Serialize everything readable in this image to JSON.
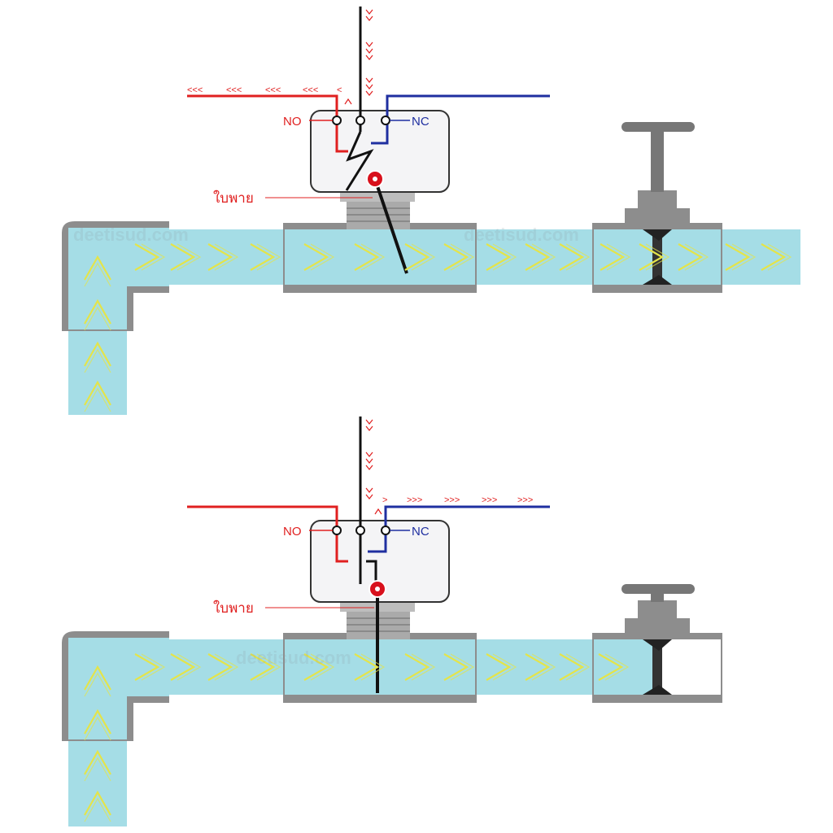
{
  "labels": {
    "no": "NO",
    "nc": "NC",
    "paddle": "ใบพาย"
  },
  "watermarks": [
    "deetisud.com",
    "deetisud.com",
    "deetisud.com"
  ],
  "diagrams": [
    {
      "state": "valve-open-flow",
      "valve_open": true,
      "red_line_marks": [
        "<<<",
        "<<<",
        "<<<",
        "<<<",
        "<"
      ],
      "blue_line_marks": []
    },
    {
      "state": "valve-closed-no-flow",
      "valve_open": false,
      "red_line_marks": [],
      "blue_line_marks": [
        ">",
        ">>>",
        ">>>",
        ">>>",
        ">>>"
      ]
    }
  ],
  "colors": {
    "water": "#a5dde6",
    "pipe_wall": "#8d8d8d",
    "arrow": "#e4e44a",
    "no_wire": "#e02020",
    "nc_wire": "#1f2fa0",
    "common_wire": "#111111",
    "pivot": "#d8101c"
  }
}
